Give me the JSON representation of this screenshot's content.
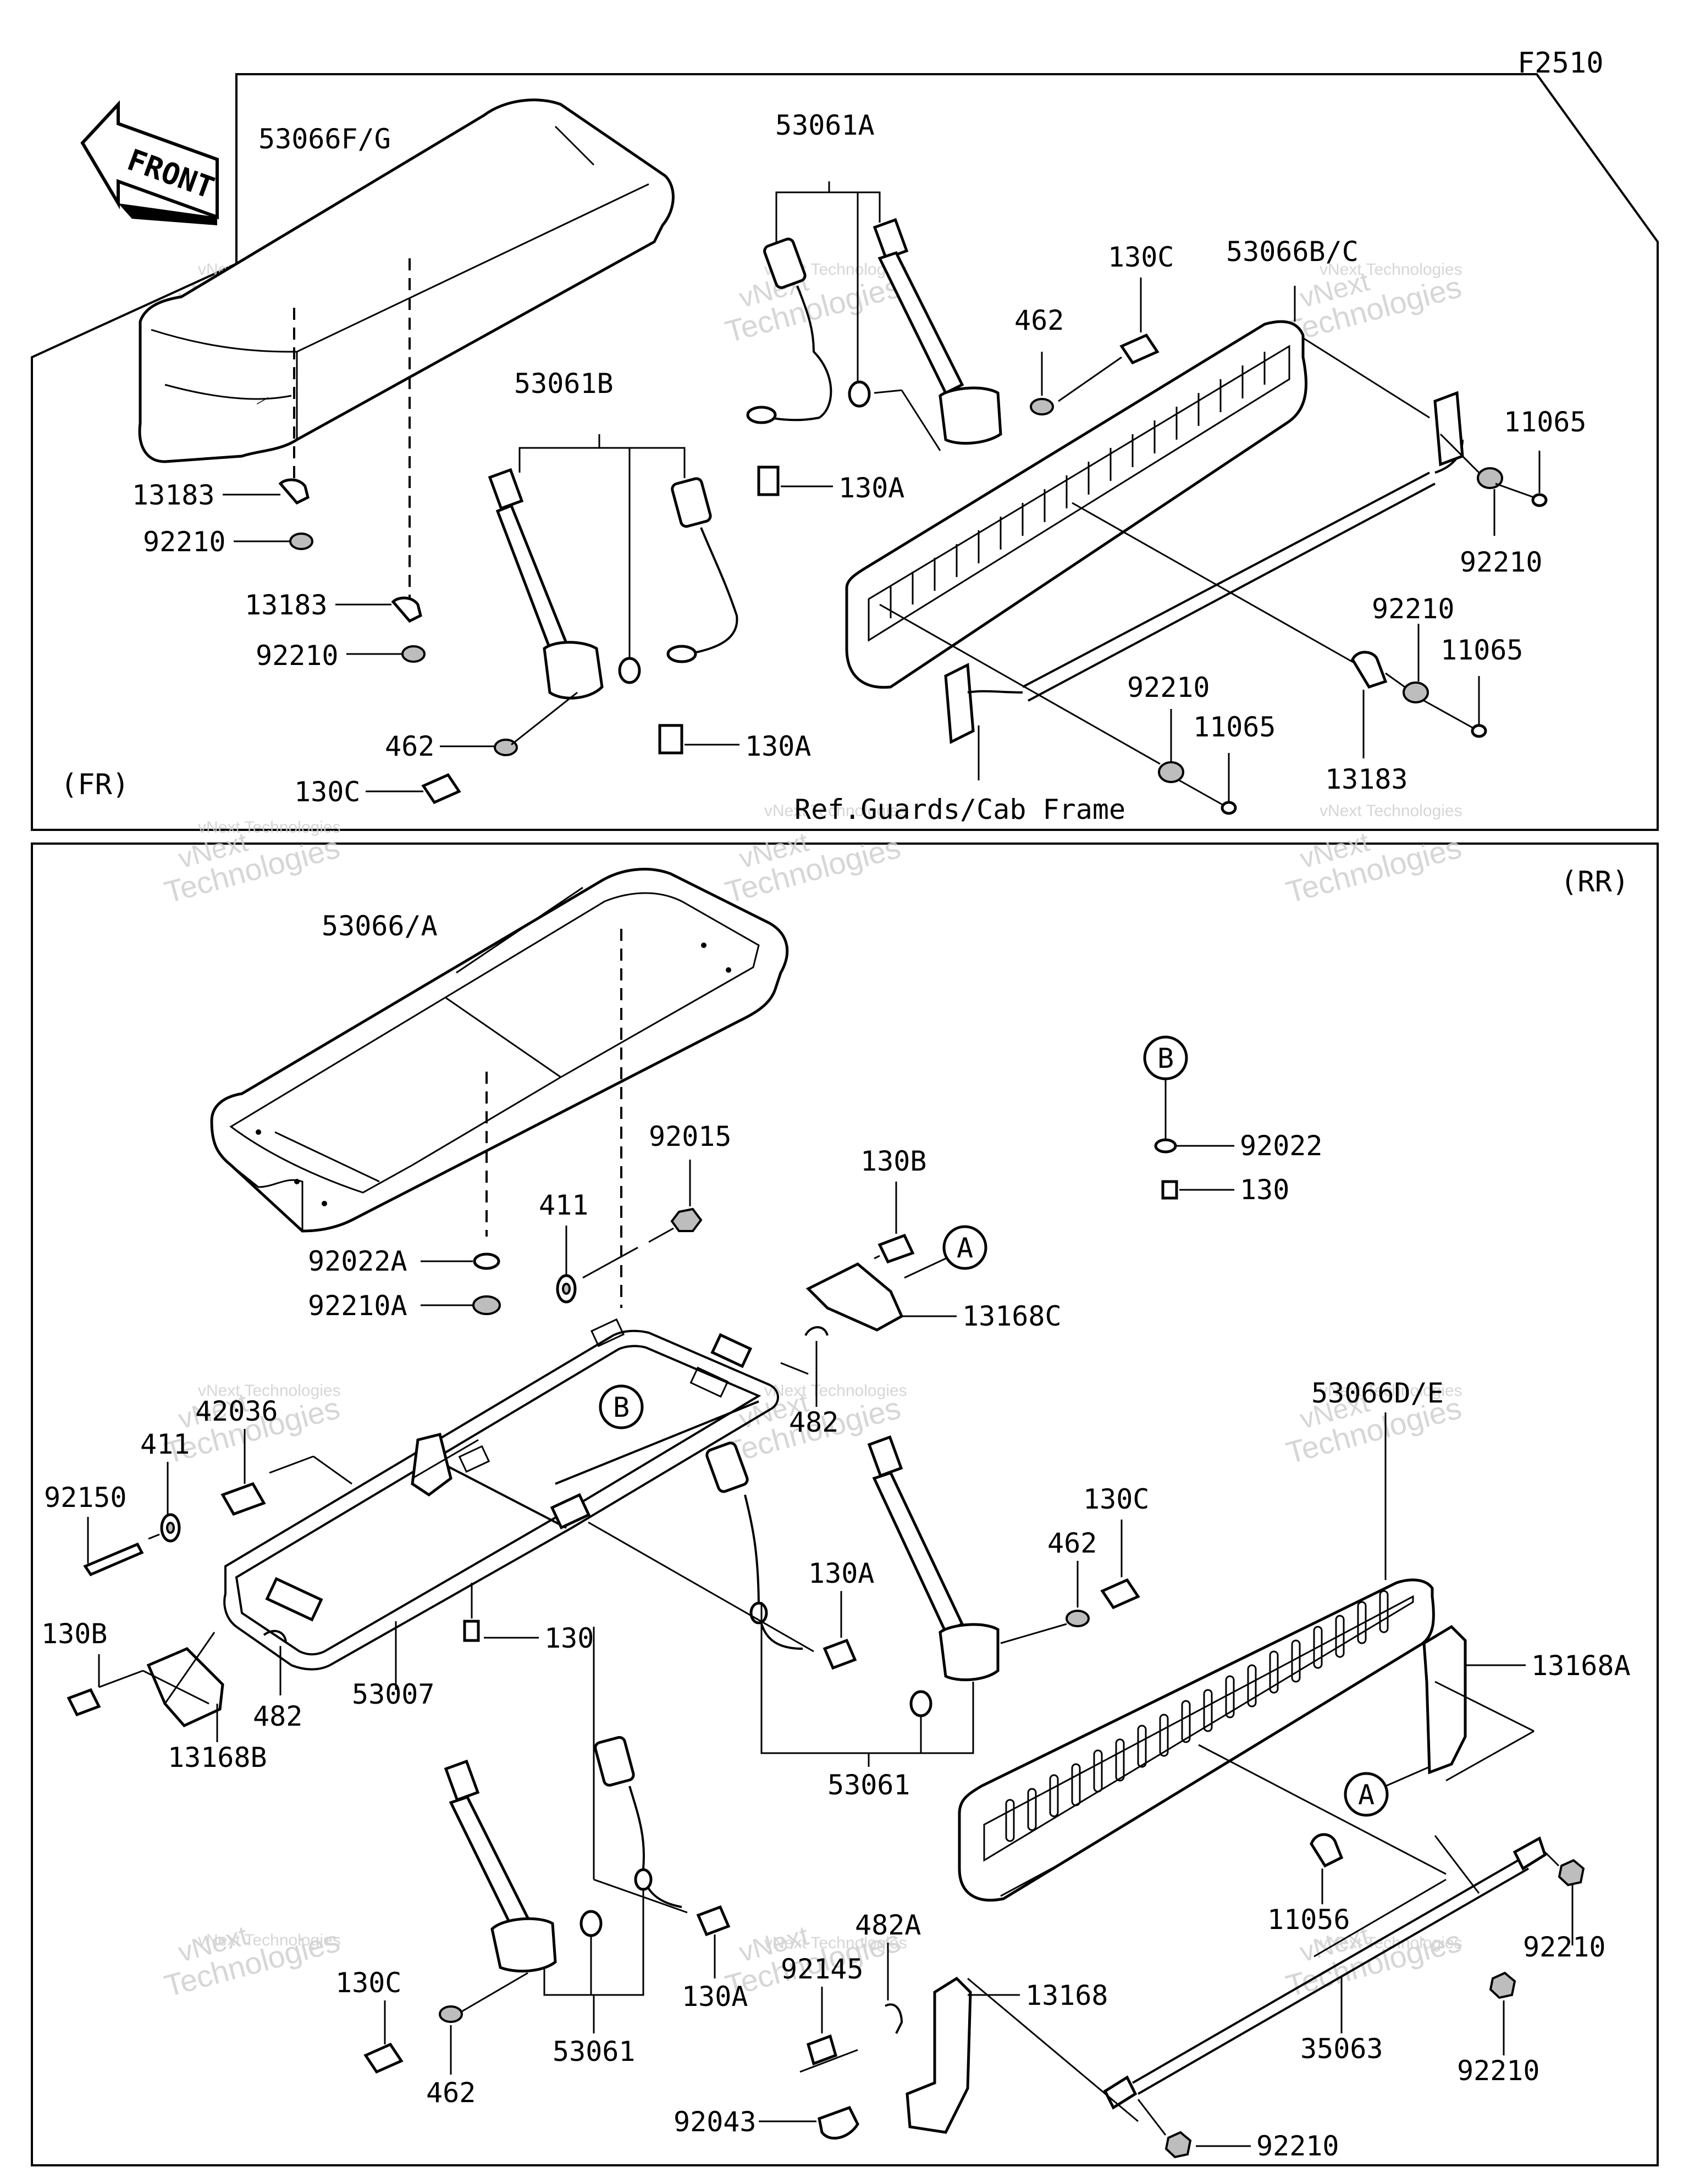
{
  "figure_code": "F2510",
  "front_arrow": {
    "label": "FRONT"
  },
  "sections": {
    "fr": {
      "tag": "(FR)"
    },
    "rr": {
      "tag": "(RR)"
    }
  },
  "reference_note": "Ref.Guards/Cab Frame",
  "watermark": {
    "line1": "vNext",
    "line2": "Technologies",
    "small": "vNext Technologies"
  },
  "callouts": {
    "a": "A",
    "b": "B"
  },
  "fr_labels": {
    "seat": "53066F/G",
    "belt_a": "53061A",
    "belt_b": "53061B",
    "bolt_130c_top": "130C",
    "backrest": "53066B/C",
    "washer_462_top": "462",
    "nut_11065_a": "11065",
    "bolt_130a_top": "130A",
    "clamp_13183_a": "13183",
    "nut_92210_a": "92210",
    "clamp_13183_b": "13183",
    "nut_92210_b": "92210",
    "nut_92210_c": "92210",
    "nut_92210_d": "92210",
    "nut_11065_b": "11065",
    "nut_92210_e": "92210",
    "nut_11065_c": "11065",
    "washer_462_bot": "462",
    "bolt_130a_bot": "130A",
    "bolt_130c_bot": "130C",
    "clamp_13183_c": "13183"
  },
  "rr_labels": {
    "seat": "53066/A",
    "washer_92022": "92022",
    "bolt_130_b": "130",
    "nut_92015": "92015",
    "bolt_130b_top": "130B",
    "washer_411_top": "411",
    "washer_92022a": "92022A",
    "nut_92210a": "92210A",
    "bracket_13168c": "13168C",
    "clip_482_top": "482",
    "collar_42036": "42036",
    "washer_411_left": "411",
    "bolt_92150": "92150",
    "bolt_130c": "130C",
    "washer_462": "462",
    "backrest": "53066D/E",
    "bolt_130a_mid": "130A",
    "bolt_130b_left": "130B",
    "bolt_130_mid": "130",
    "bracket_13168a": "13168A",
    "frame_53007": "53007",
    "clip_482_left": "482",
    "bracket_13168b": "13168B",
    "belt_53061_mid": "53061",
    "clamp_11056": "11056",
    "nut_92210_r1": "92210",
    "clip_482a": "482A",
    "bolt_92145": "92145",
    "bolt_130c_bot": "130C",
    "bracket_13168": "13168",
    "bar_35063": "35063",
    "bolt_130a_bot": "130A",
    "nut_92210_r2": "92210",
    "washer_462_bot": "462",
    "belt_53061_bot": "53061",
    "pin_92043": "92043",
    "nut_92210_r3": "92210"
  }
}
